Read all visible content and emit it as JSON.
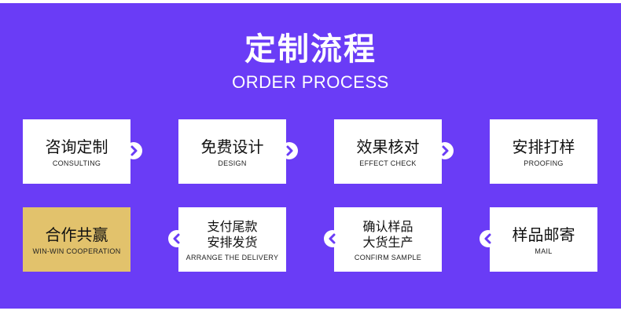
{
  "title": "定制流程",
  "subtitle": "ORDER PROCESS",
  "colors": {
    "background": "#6a3cf6",
    "card": "#ffffff",
    "highlight_card": "#e2c26c",
    "arrow": "#6a3cf6"
  },
  "row1": [
    {
      "cn": "咨询定制",
      "en": "CONSULTING"
    },
    {
      "cn": "免费设计",
      "en": "DESIGN"
    },
    {
      "cn": "效果核对",
      "en": "EFFECT CHECK"
    },
    {
      "cn": "安排打样",
      "en": "PROOFING"
    }
  ],
  "row2": [
    {
      "cn": "合作共赢",
      "en": "WIN-WIN COOPERATION"
    },
    {
      "cn_line1": "支付尾款",
      "cn_line2": "安排发货",
      "en": "ARRANGE THE DELIVERY"
    },
    {
      "cn_line1": "确认样品",
      "cn_line2": "大货生产",
      "en": "CONFIRM SAMPLE"
    },
    {
      "cn": "样品邮寄",
      "en": "MAIL"
    }
  ],
  "icons": {
    "right": "chevron-right-icon",
    "left": "chevron-left-icon"
  }
}
